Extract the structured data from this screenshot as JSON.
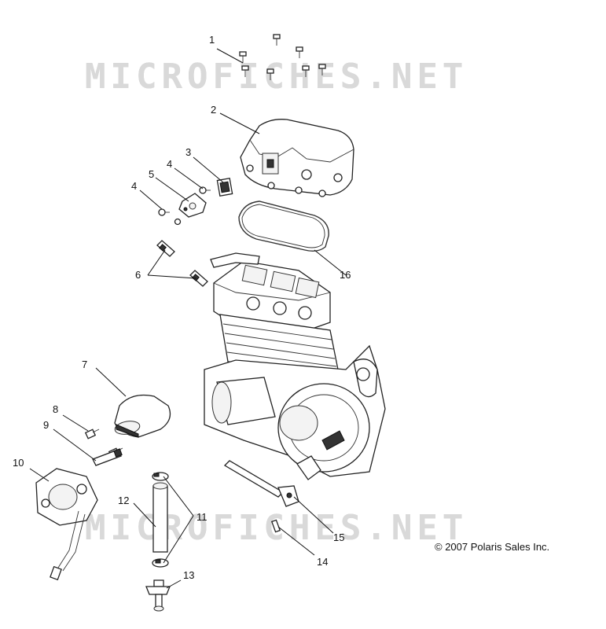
{
  "watermark": {
    "text": "MICROFICHES.NET"
  },
  "copyright": "© 2007 Polaris Sales Inc.",
  "callouts": [
    {
      "id": "c1",
      "label": "1"
    },
    {
      "id": "c2",
      "label": "2"
    },
    {
      "id": "c3",
      "label": "3"
    },
    {
      "id": "c4a",
      "label": "4"
    },
    {
      "id": "c4b",
      "label": "4"
    },
    {
      "id": "c5",
      "label": "5"
    },
    {
      "id": "c6",
      "label": "6"
    },
    {
      "id": "c7",
      "label": "7"
    },
    {
      "id": "c8",
      "label": "8"
    },
    {
      "id": "c9",
      "label": "9"
    },
    {
      "id": "c10",
      "label": "10"
    },
    {
      "id": "c11",
      "label": "11"
    },
    {
      "id": "c12",
      "label": "12"
    },
    {
      "id": "c13",
      "label": "13"
    },
    {
      "id": "c14",
      "label": "14"
    },
    {
      "id": "c15",
      "label": "15"
    },
    {
      "id": "c16",
      "label": "16"
    }
  ]
}
